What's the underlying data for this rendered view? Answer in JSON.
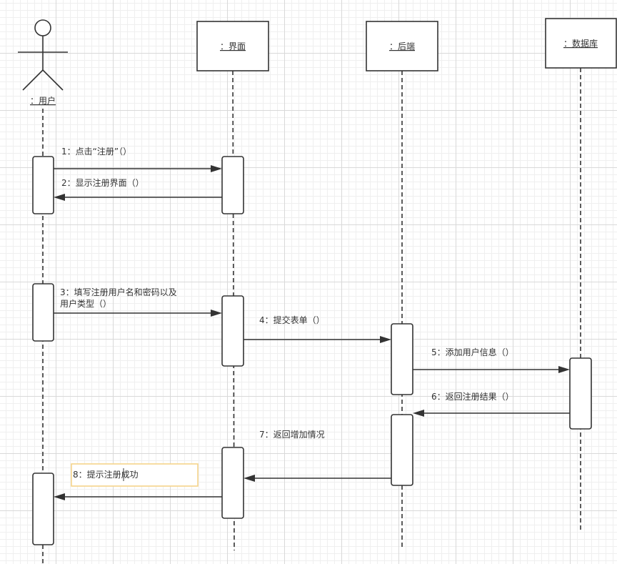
{
  "actor": {
    "label": "：用户"
  },
  "objects": [
    {
      "label": "：界面"
    },
    {
      "label": "：后端"
    },
    {
      "label": "：数据库"
    }
  ],
  "messages": [
    {
      "label": "1：点击“注册”（）"
    },
    {
      "label": "2：显示注册界面（）"
    },
    {
      "label_line1": "3：填写注册用户名和密码以及",
      "label_line2": "用户类型（）"
    },
    {
      "label": "4：提交表单（）"
    },
    {
      "label": "5：添加用户信息（）"
    },
    {
      "label": "6：返回注册结果（）"
    },
    {
      "label": "7：返回增加情况"
    },
    {
      "label": "8：提示注册成功"
    }
  ]
}
